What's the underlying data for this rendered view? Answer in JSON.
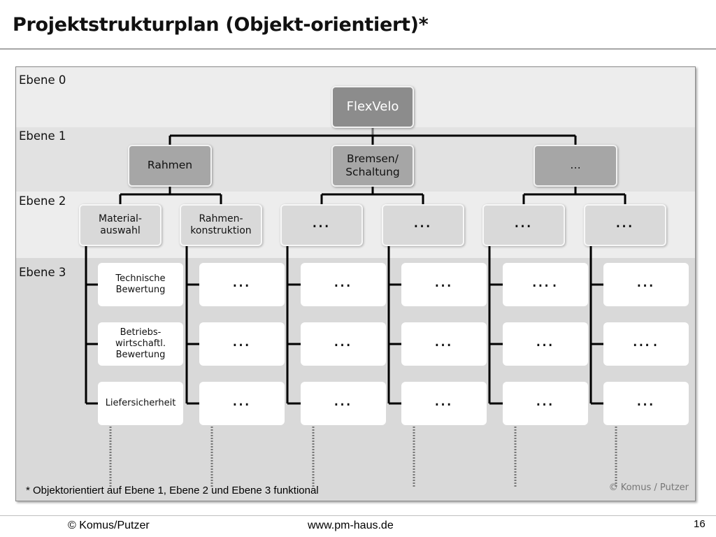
{
  "slide": {
    "title": "Projektstrukturplan (Objekt-orientiert)*",
    "footnote": "* Objektorientiert auf Ebene 1, Ebene 2 und Ebene 3 funktional",
    "watermark": "© Komus / Putzer",
    "page_number": "16"
  },
  "footer": {
    "left": "© Komus/Putzer",
    "center": "www.pm-haus.de"
  },
  "levels": [
    "Ebene 0",
    "Ebene 1",
    "Ebene 2",
    "Ebene 3"
  ],
  "tree": {
    "root": "FlexVelo",
    "level1": [
      "Rahmen",
      "Bremsen/\nSchaltung",
      "…"
    ],
    "level2": [
      "Material-\nauswahl",
      "Rahmen-\nkonstruktion",
      "…",
      "…",
      "…",
      "…"
    ],
    "level3": [
      [
        "Technische\nBewertung",
        "Betriebs-\nwirtschaftl.\nBewertung",
        "Liefersicherheit"
      ],
      [
        "…",
        "…",
        "…"
      ],
      [
        "…",
        "…",
        "…"
      ],
      [
        "…",
        "…",
        "…"
      ],
      [
        "….",
        "…",
        "…"
      ],
      [
        "…",
        "….",
        "…"
      ]
    ]
  },
  "colors": {
    "band_light": "#ededed",
    "band_mid": "#e2e2e2",
    "band_dark": "#d9d9d9",
    "root_fill": "#8c8c8c",
    "level1_fill": "#a6a6a6",
    "level2_fill": "#d9d9d9",
    "level3_fill": "#ffffff",
    "connector": "#000000"
  }
}
